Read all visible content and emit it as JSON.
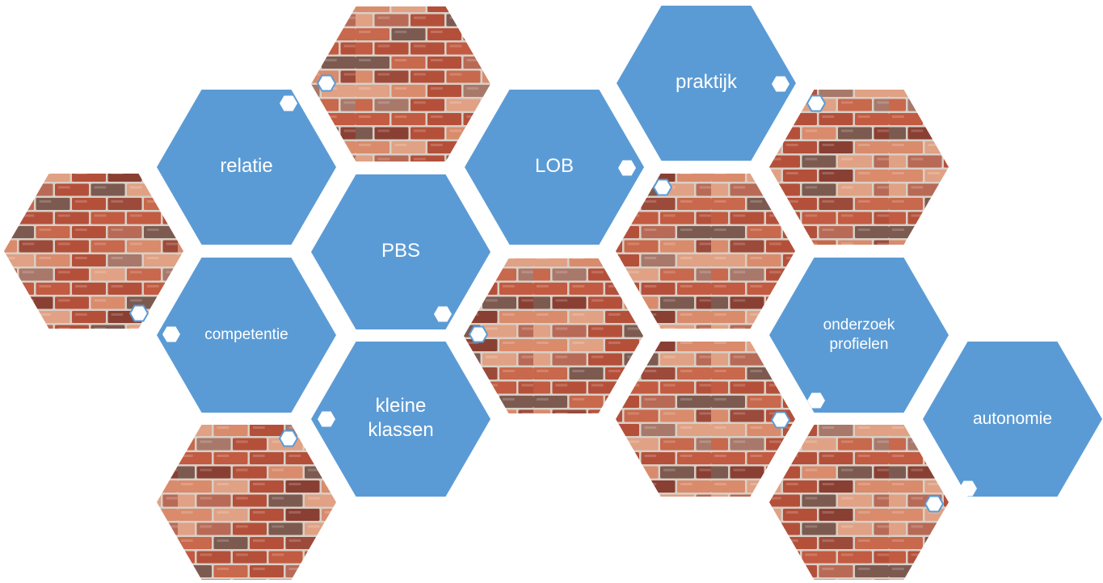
{
  "colors": {
    "tile_blue": "#5b9bd5",
    "brick_mortar": "#d8cfc6",
    "brick_tones": [
      "#b4503a",
      "#c8684c",
      "#9c4a3a",
      "#d98b6c",
      "#a8786a",
      "#c25b41",
      "#8a3f33",
      "#e0a184",
      "#b86a56",
      "#7d5a50"
    ],
    "label_text": "#ffffff",
    "dot": "#ffffff"
  },
  "tiles": [
    {
      "kind": "text",
      "name": "hex-relatie",
      "label": "relatie",
      "icon": "small-hexagon-icon"
    },
    {
      "kind": "text",
      "name": "hex-pbs",
      "label": "PBS",
      "icon": "small-hexagon-icon"
    },
    {
      "kind": "text",
      "name": "hex-competentie",
      "label": "competentie",
      "icon": "small-hexagon-icon"
    },
    {
      "kind": "text",
      "name": "hex-kleine-klassen",
      "label": "kleine\nklassen",
      "icon": "small-hexagon-icon"
    },
    {
      "kind": "text",
      "name": "hex-lob",
      "label": "LOB",
      "icon": "small-hexagon-icon"
    },
    {
      "kind": "text",
      "name": "hex-praktijk",
      "label": "praktijk",
      "icon": "small-hexagon-icon"
    },
    {
      "kind": "text",
      "name": "hex-onderzoek-profielen",
      "label": "onderzoek\nprofielen",
      "icon": "small-hexagon-icon"
    },
    {
      "kind": "text",
      "name": "hex-autonomie",
      "label": "autonomie",
      "icon": "small-hexagon-icon"
    },
    {
      "kind": "image",
      "name": "hex-brick-1",
      "icon": "brick-wall-image"
    },
    {
      "kind": "image",
      "name": "hex-brick-2",
      "icon": "brick-wall-image"
    },
    {
      "kind": "image",
      "name": "hex-brick-3",
      "icon": "brick-wall-image"
    },
    {
      "kind": "image",
      "name": "hex-brick-4",
      "icon": "brick-wall-image"
    },
    {
      "kind": "image",
      "name": "hex-brick-5",
      "icon": "brick-wall-image"
    },
    {
      "kind": "image",
      "name": "hex-brick-6",
      "icon": "brick-wall-image"
    },
    {
      "kind": "image",
      "name": "hex-brick-7",
      "icon": "brick-wall-image"
    },
    {
      "kind": "image",
      "name": "hex-brick-8",
      "icon": "brick-wall-image"
    }
  ]
}
